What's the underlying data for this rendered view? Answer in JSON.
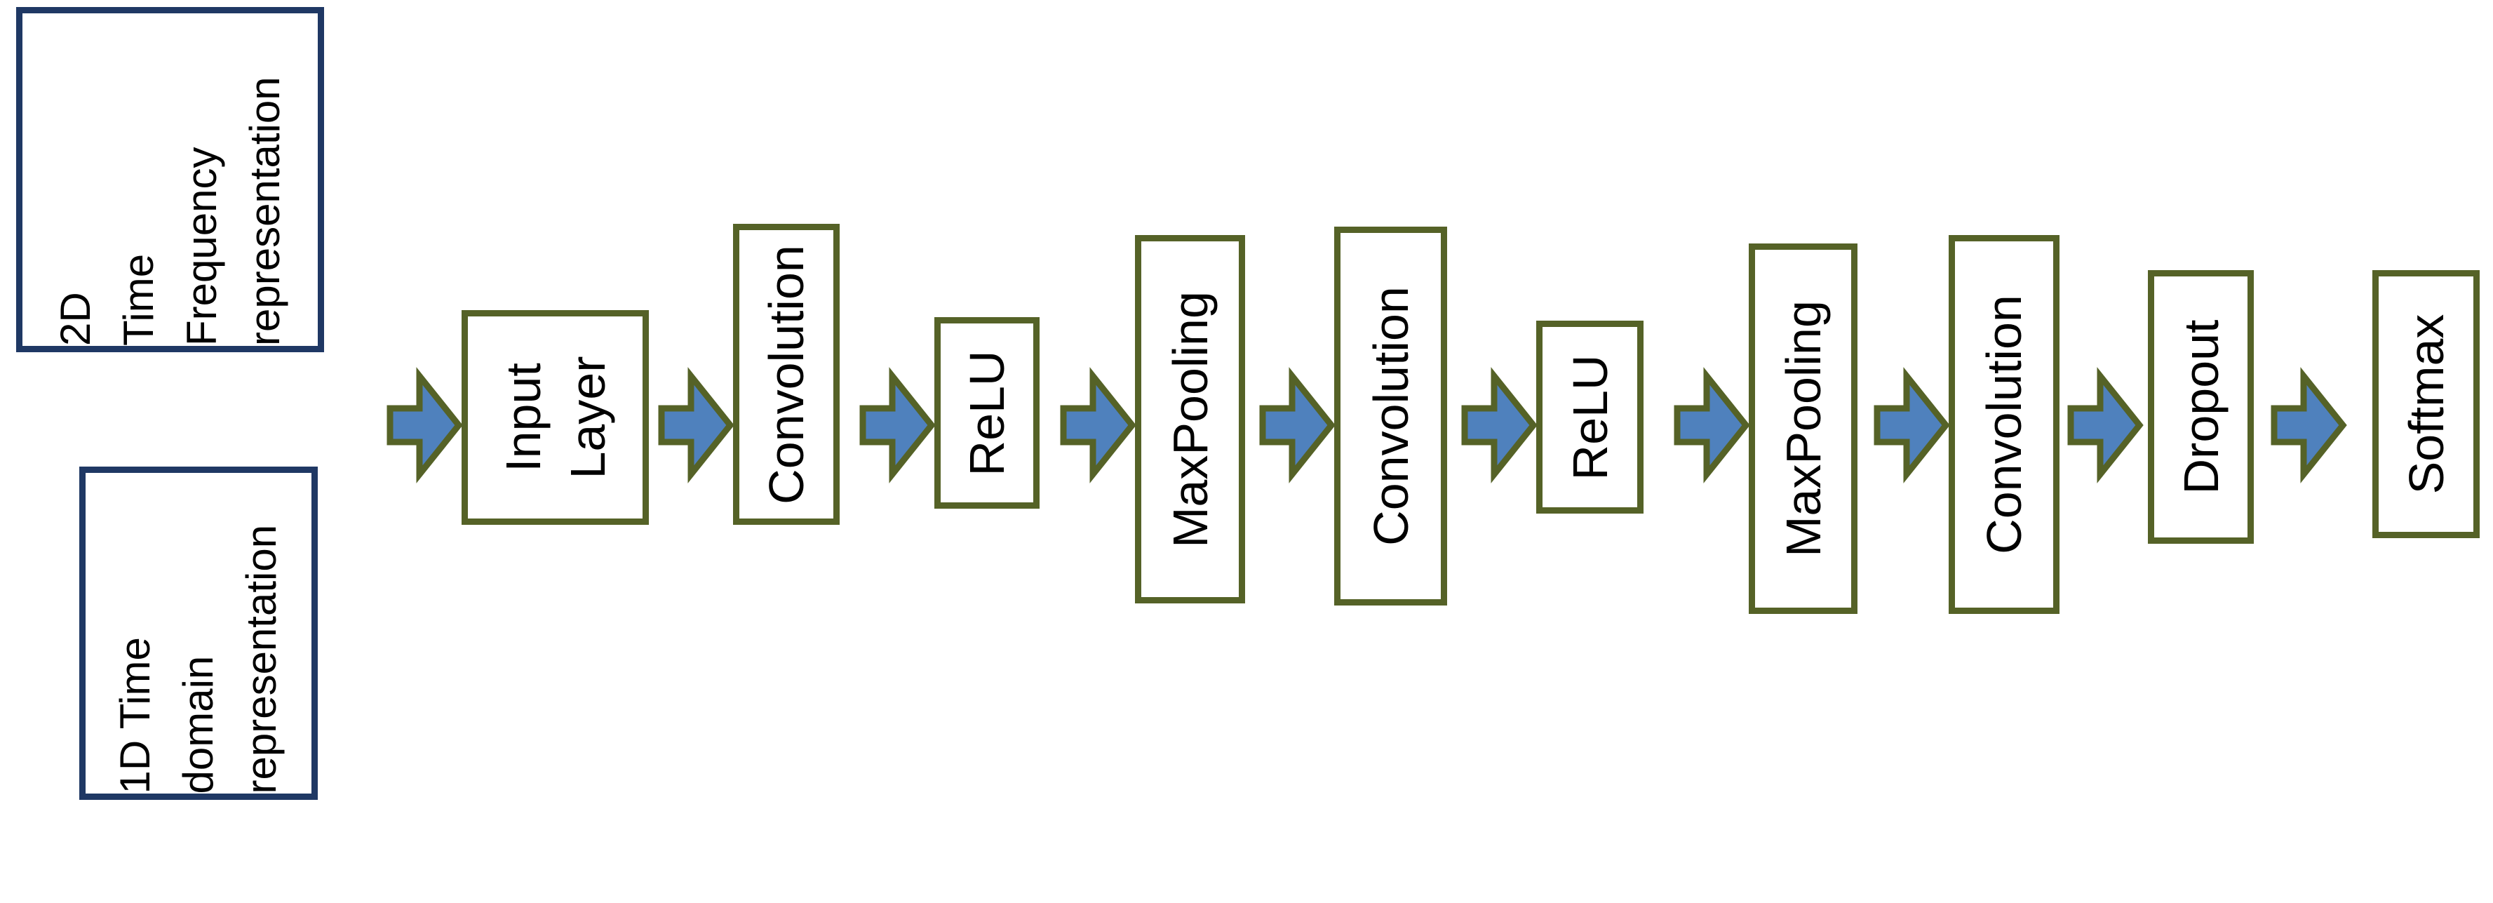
{
  "colors": {
    "background": "#FFFFFF",
    "text": "#000000",
    "panel_border": "#1F3864",
    "box_border": "#556227",
    "arrow_fill": "#4F81BD",
    "arrow_outline": "#556227"
  },
  "icons": {
    "flow_arrow": "right-block-arrow"
  },
  "left_panels": [
    {
      "label": "2D\nTime\nFrequency\nrepresentation"
    },
    {
      "label": "1D Time\ndomain\nrepresentation"
    }
  ],
  "pipeline": {
    "stages": [
      {
        "label": "Input\nLayer"
      },
      {
        "label": "Convolution"
      },
      {
        "label": "ReLU"
      },
      {
        "label": "MaxPooling"
      },
      {
        "label": "Convolution"
      },
      {
        "label": "ReLU"
      },
      {
        "label": "MaxPooling"
      },
      {
        "label": "Convolution"
      },
      {
        "label": "Dropout"
      },
      {
        "label": "Softmax"
      }
    ]
  }
}
